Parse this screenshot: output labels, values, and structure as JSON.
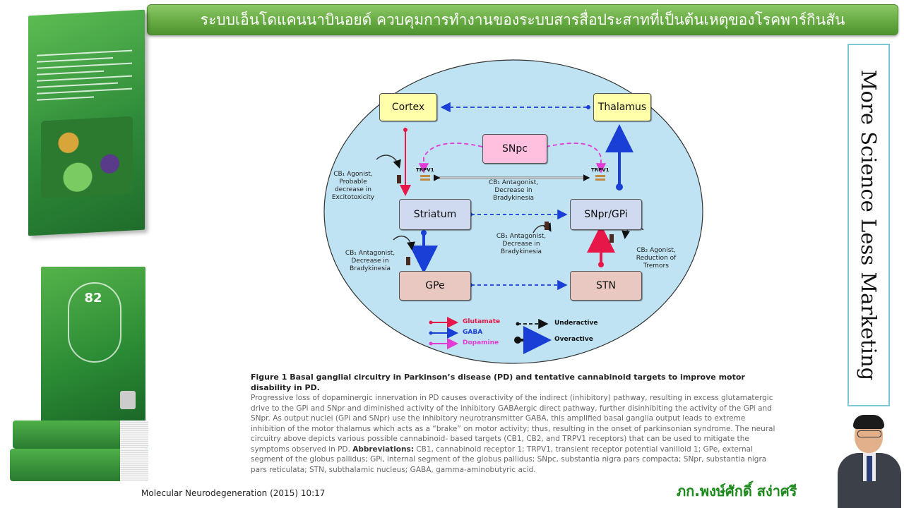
{
  "slide": {
    "title": "ระบบเอ็นโดแคนนาบินอยด์ ควบคุมการทำงานของระบบสารสื่อประสาทที่เป็นต้นเหตุของโรคพาร์กินสัน",
    "side_text": "More Science Less Marketing",
    "source": "Molecular Neurodegeneration (2015) 10:17",
    "author": "ภก.พงษ์ศักดิ์ สง่าศรี",
    "book_number": "82"
  },
  "diagram": {
    "boxes": {
      "cortex": "Cortex",
      "thalamus": "Thalamus",
      "snpc": "SNpc",
      "striatum": "Striatum",
      "snpr": "SNpr/GPi",
      "gpe": "GPe",
      "stn": "STN"
    },
    "receptors": {
      "trpv1_left": "TRPV1",
      "trpv1_right": "TRPV1",
      "cb1": "CB1"
    },
    "labels": {
      "cb1_agonist_striatum": "CB₁ Agonist,\nProbable\ndecrease in\nExcitotoxicity",
      "cb1_antagonist_center": "CB₁ Antagonist,\nDecrease in\nBradykinesia",
      "cb1_antagonist_gpe": "CB₁ Antagonist,\nDecrease in\nBradykinesia",
      "cb1_antagonist_indirect": "CB₁ Antagonist,\nDecrease in\nBradykinesia",
      "cb2_agonist_stn": "CB₂ Agonist,\nReduction of\nTremors"
    },
    "legend": {
      "glutamate": "Glutamate",
      "gaba": "GABA",
      "dopamine": "Dopamine",
      "underactive": "Underactive",
      "overactive": "Overactive"
    },
    "colors": {
      "glutamate": "#e8174a",
      "gaba": "#1a3fd6",
      "dopamine": "#e33bd6",
      "circle_bg": "#bfe3f2",
      "cortex_fill": "#ffffaa",
      "snpc_fill": "#ffc0e0",
      "bg_box_fill": "#cfd9f0",
      "brown_box_fill": "#e8c8c0"
    }
  },
  "caption": {
    "figure_title": "Figure 1 Basal ganglial circuitry in Parkinson’s disease (PD) and tentative cannabinoid targets to improve motor disability in PD.",
    "body": "Progressive loss of dopaminergic innervation in PD causes overactivity of the indirect (inhibitory) pathway, resulting in excess glutamatergic drive to the GPi and SNpr and diminished activity of the inhibitory GABAergic direct pathway, further disinhibiting the activity of the GPi and SNpr. As output nuclei (GPi and SNpr) use the inhibitory neurotransmitter GABA, this amplified basal ganglia output leads to extreme inhibition of the motor thalamus which acts as a “brake” on motor activity; thus, resulting in the onset of parkinsonian syndrome. The neural circuitry above depicts various possible cannabinoid- based targets (CB1, CB2, and TRPV1 receptors) that can be used to mitigate the symptoms observed in PD.",
    "abbrev_title": "Abbreviations:",
    "abbrev_body": "CB1, cannabinoid receptor 1; TRPV1, transient receptor potential vanilloid 1; GPe, external segment of the globus pallidus; GPi, internal segment of the globus pallidus; SNpc, substantia nigra pars compacta; SNpr, substantia nigra pars reticulata; STN, subthalamic nucleus; GABA, gamma-aminobutyric acid."
  }
}
